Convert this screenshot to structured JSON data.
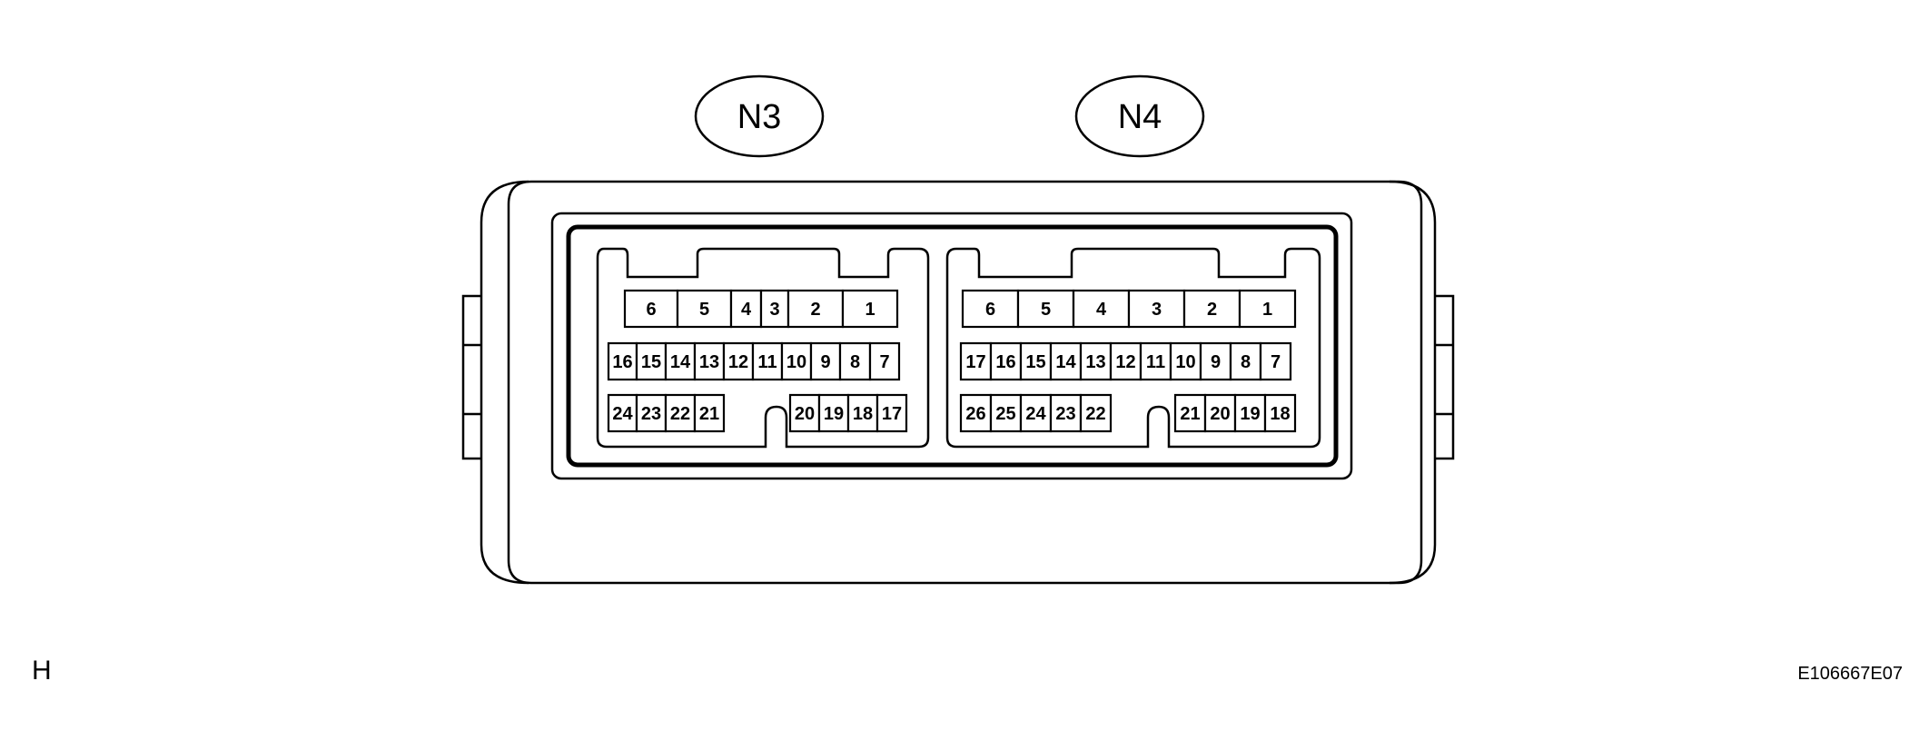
{
  "corner_letter": "H",
  "figure_code": "E106667E07",
  "connectors": [
    {
      "label": "N3",
      "rows": [
        [
          "6",
          "5",
          "4",
          "3",
          "2",
          "1"
        ],
        [
          "16",
          "15",
          "14",
          "13",
          "12",
          "11",
          "10",
          "9",
          "8",
          "7"
        ],
        [
          "24",
          "23",
          "22",
          "21",
          "20",
          "19",
          "18",
          "17"
        ]
      ]
    },
    {
      "label": "N4",
      "rows": [
        [
          "6",
          "5",
          "4",
          "3",
          "2",
          "1"
        ],
        [
          "17",
          "16",
          "15",
          "14",
          "13",
          "12",
          "11",
          "10",
          "9",
          "8",
          "7"
        ],
        [
          "26",
          "25",
          "24",
          "23",
          "22",
          "21",
          "20",
          "19",
          "18"
        ]
      ]
    }
  ]
}
